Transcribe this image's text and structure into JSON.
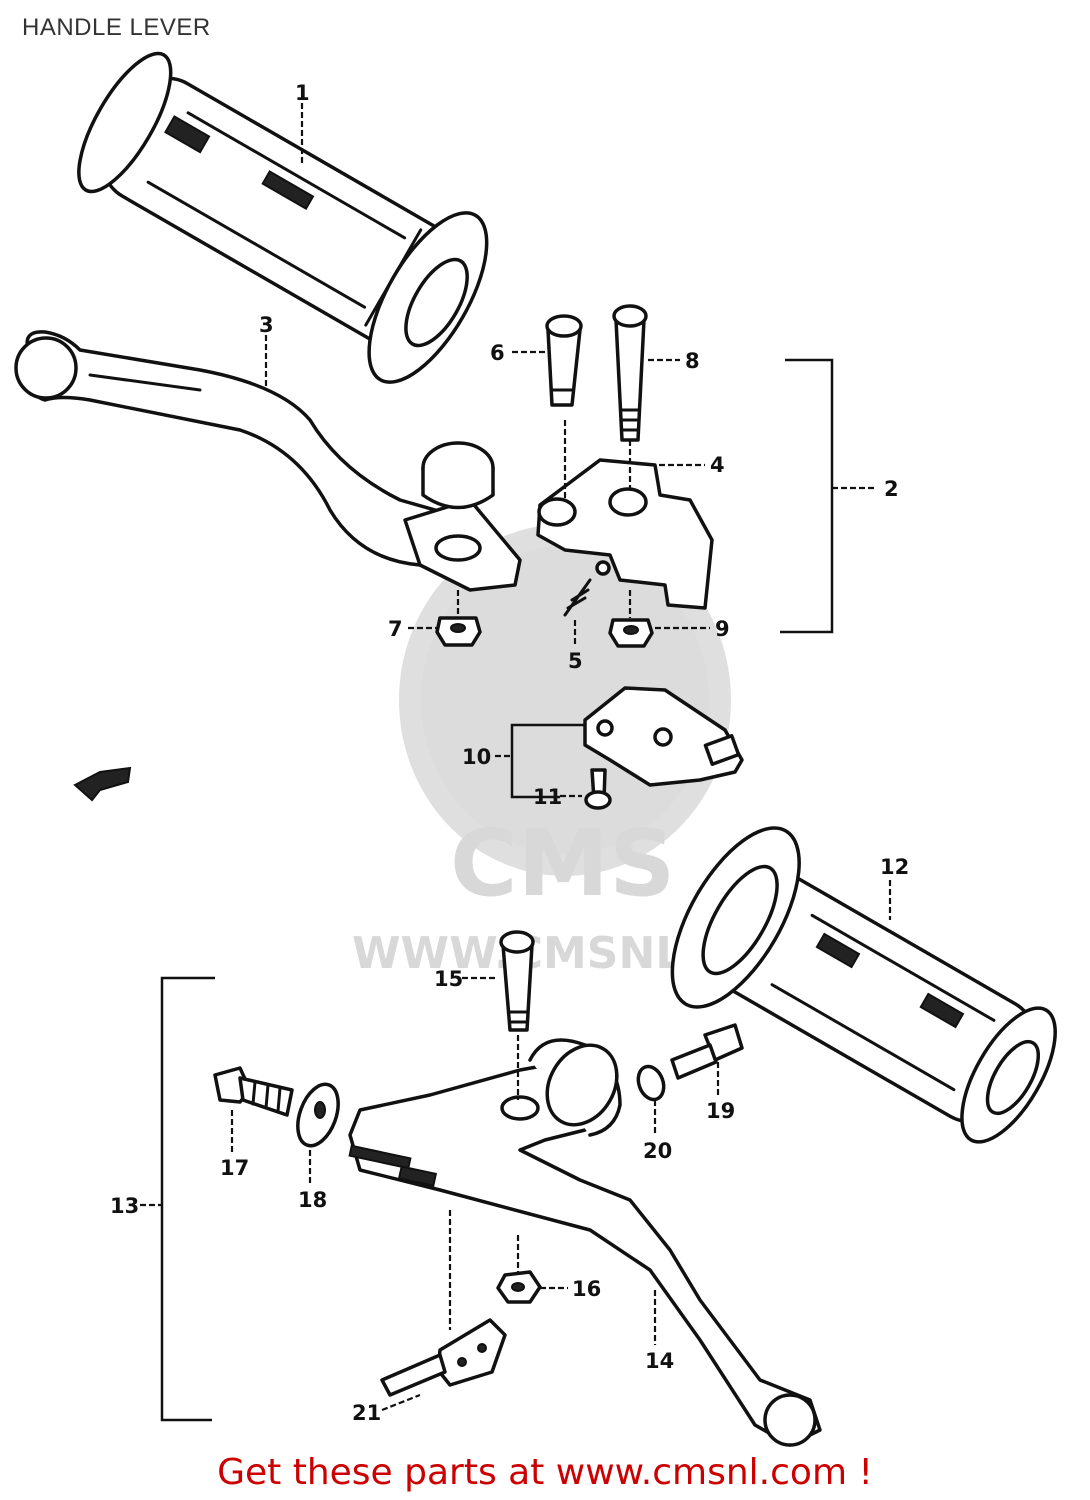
{
  "page": {
    "title": "HANDLE LEVER",
    "footer": "Get these parts at www.cmsnl.com !"
  },
  "watermark": {
    "logo": "CMS",
    "url": "WWW.CMSNL.COM"
  },
  "callouts": [
    {
      "id": "1",
      "label": "1"
    },
    {
      "id": "2",
      "label": "2"
    },
    {
      "id": "3",
      "label": "3"
    },
    {
      "id": "4",
      "label": "4"
    },
    {
      "id": "5",
      "label": "5"
    },
    {
      "id": "6",
      "label": "6"
    },
    {
      "id": "7",
      "label": "7"
    },
    {
      "id": "8",
      "label": "8"
    },
    {
      "id": "9",
      "label": "9"
    },
    {
      "id": "10",
      "label": "10"
    },
    {
      "id": "11",
      "label": "11"
    },
    {
      "id": "12",
      "label": "12"
    },
    {
      "id": "13",
      "label": "13"
    },
    {
      "id": "14",
      "label": "14"
    },
    {
      "id": "15",
      "label": "15"
    },
    {
      "id": "16",
      "label": "16"
    },
    {
      "id": "17",
      "label": "17"
    },
    {
      "id": "18",
      "label": "18"
    },
    {
      "id": "19",
      "label": "19"
    },
    {
      "id": "20",
      "label": "20"
    },
    {
      "id": "21",
      "label": "21"
    }
  ]
}
